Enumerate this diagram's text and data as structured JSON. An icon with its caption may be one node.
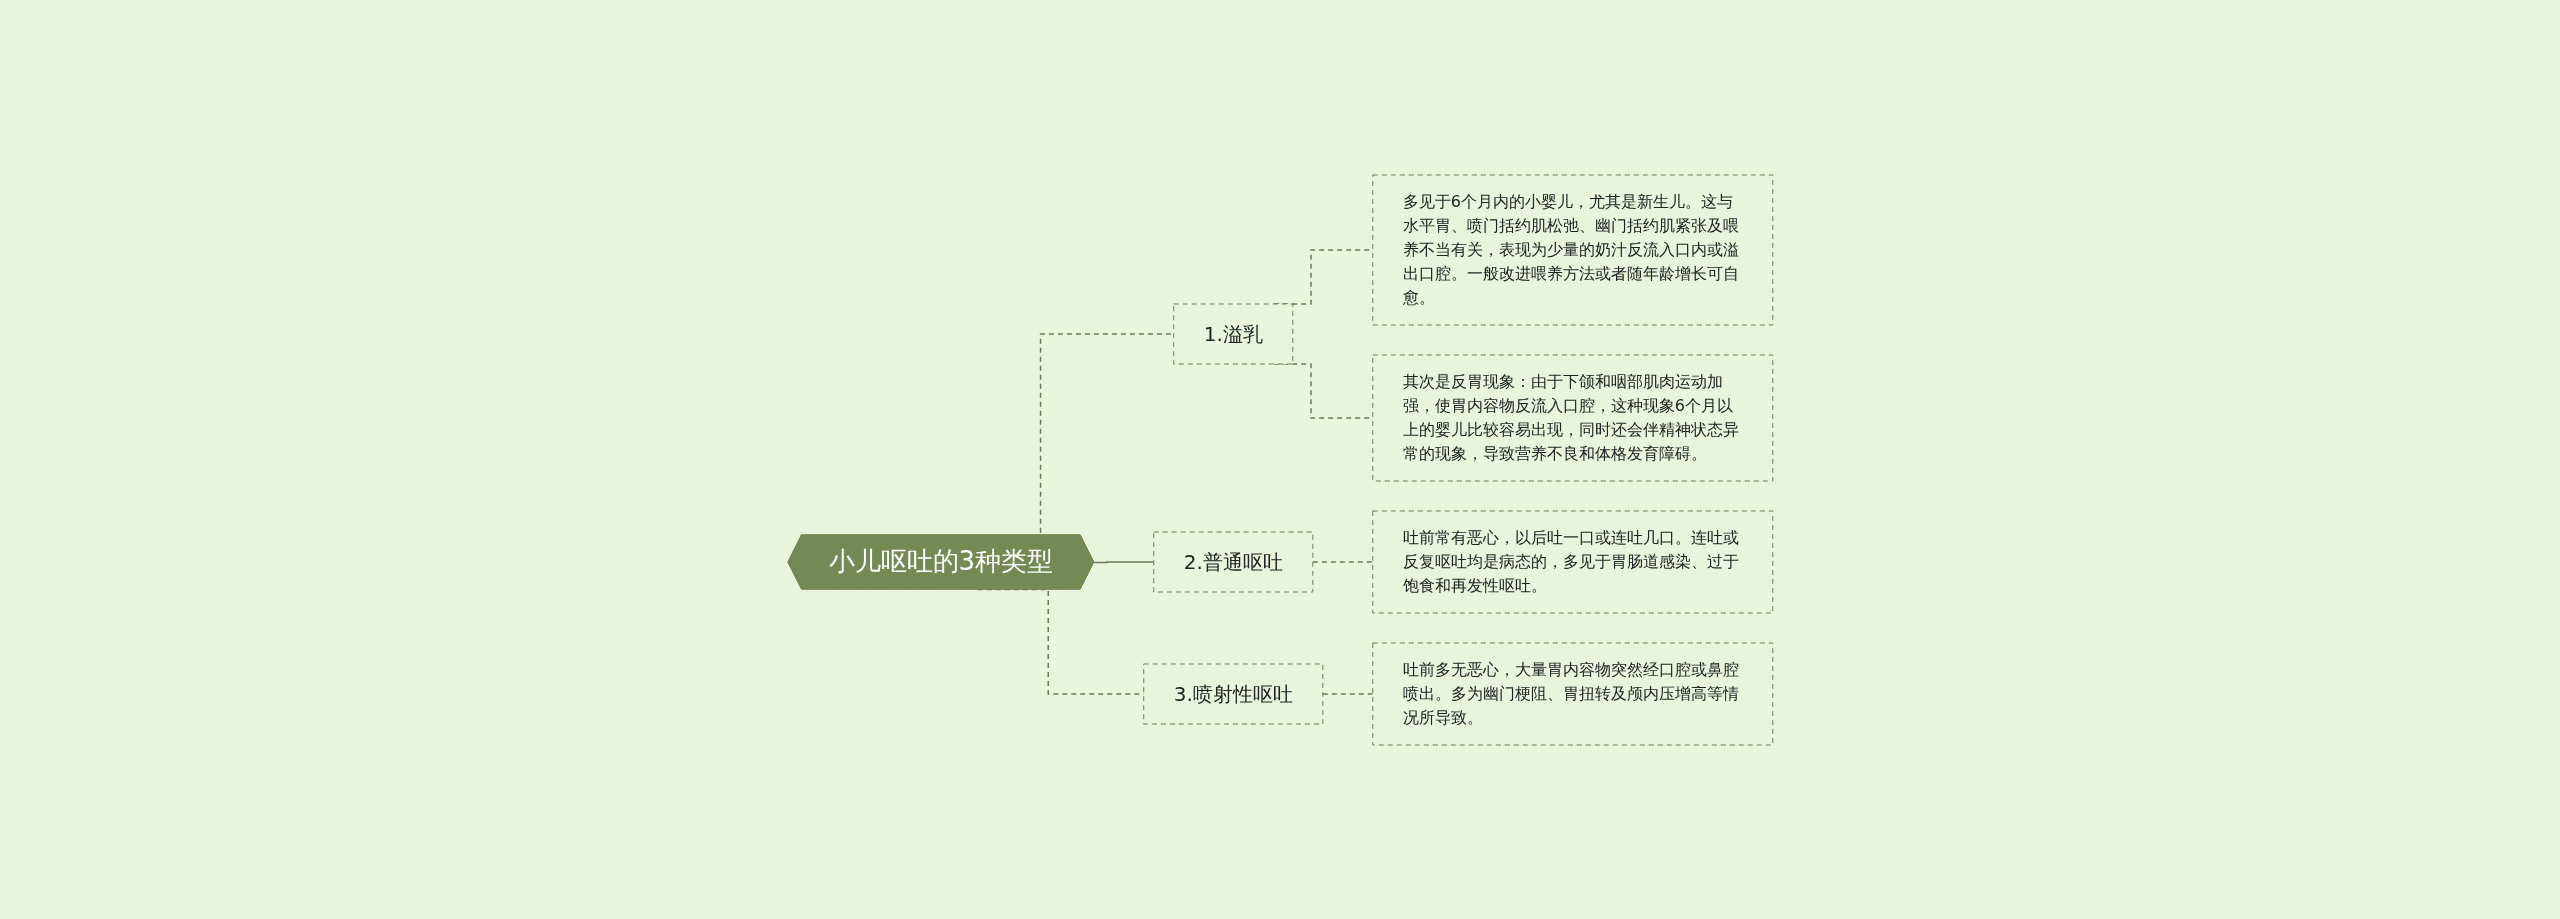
{
  "diagram": {
    "nodes": [
      {
        "text": [
          "小儿呕吐的3种类型"
        ]
      },
      {
        "text": [
          "1.溢乳"
        ]
      },
      {
        "text": [
          "多见于6个月内的小婴儿，尤其是新生儿。这与水平胃、喷门括约肌松弛、幽门括约肌紧张及喂养不当有关，表现为少量的奶汁反流入口内或溢出口腔。一般改进喂养方法或者随年龄增长可自愈。"
        ]
      },
      {
        "text": [
          "其次是反胃现象：由于下颌和咽部肌肉运动加强，使胃内容物反流入口腔，这种现象6个月以上的婴儿比较容易出现，同时还会伴精神状态异常的现象，导致营养不良和体格发育障碍。"
        ]
      },
      {
        "text": [
          "2.普通呕吐"
        ]
      },
      {
        "text": [
          "吐前常有恶心，以后吐一口或连吐几口。连吐或反复呕吐均是病态的，多见于胃肠道感染、过于饱食和再发性呕吐。"
        ]
      },
      {
        "text": [
          "3.喷射性呕吐"
        ]
      },
      {
        "text": [
          "吐前多无恶心，大量胃内容物突然经口腔或鼻腔喷出。多为幽门梗阻、胃扭转及颅内压增高等情况所导致。"
        ]
      }
    ],
    "edges": [
      {
        "from": 0,
        "to": 1,
        "arrow": "none",
        "style": "dashed"
      },
      {
        "from": 1,
        "to": 2,
        "arrow": "none",
        "style": "dashed"
      },
      {
        "from": 1,
        "to": 3,
        "arrow": "none",
        "style": "dashed"
      },
      {
        "from": 0,
        "to": 4,
        "arrow": "none"
      },
      {
        "from": 4,
        "to": 5,
        "arrow": "none",
        "style": "dashed"
      },
      {
        "from": 0,
        "to": 6,
        "arrow": "none",
        "style": "dashed"
      },
      {
        "from": 6,
        "to": 7,
        "arrow": "none",
        "style": "dashed"
      }
    ]
  }
}
